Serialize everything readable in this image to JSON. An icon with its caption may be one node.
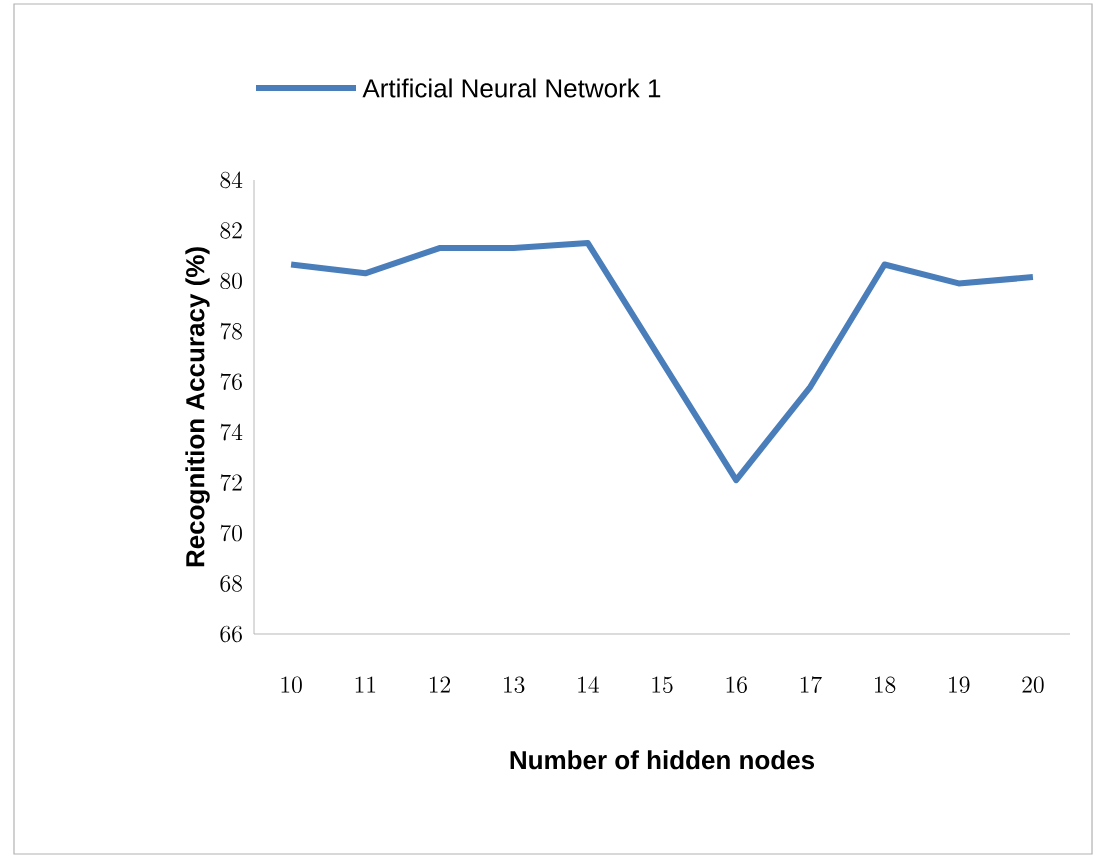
{
  "diagram": {
    "chart_data": {
      "type": "line",
      "xlabel": "Number of hidden nodes",
      "ylabel": "Recognition Accuracy (%)",
      "x": [
        10,
        11,
        12,
        13,
        14,
        15,
        16,
        17,
        18,
        19,
        20
      ],
      "series": [
        {
          "name": "Artificial Neural Network 1",
          "color": "#4a7ebb",
          "values": [
            80.65,
            80.3,
            81.3,
            81.3,
            81.5,
            76.8,
            72.1,
            75.8,
            80.65,
            79.9,
            80.15
          ]
        }
      ],
      "xlim": [
        9.5,
        20.5
      ],
      "ylim": [
        66,
        84
      ],
      "xticks": [
        10,
        11,
        12,
        13,
        14,
        15,
        16,
        17,
        18,
        19,
        20
      ],
      "yticks": [
        66,
        68,
        70,
        72,
        74,
        76,
        78,
        80,
        82,
        84
      ]
    }
  }
}
